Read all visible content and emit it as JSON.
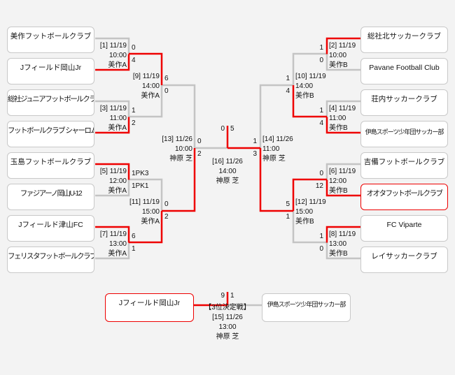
{
  "teams": {
    "left": [
      "美作フットボールクラブ",
      "Jフィールド岡山Jr",
      "総社ジュニアフットボールクラブ",
      "フットボールクラブ シャーロム",
      "玉島フットボールクラブ",
      "ファジアーノ岡山U-12",
      "Jフィールド津山FC",
      "フェリスタフットボールクラブ"
    ],
    "right": [
      "総社北サッカークラブ",
      "Pavane Football Club",
      "荘内サッカークラブ",
      "伊島スポーツ少年団サッカー部",
      "吉備フットボールクラブ",
      "オオタフットボールクラブ",
      "FC Viparte",
      "レイサッカークラブ"
    ]
  },
  "matches": {
    "left_r1": [
      {
        "label": "[1] 11/19",
        "time": "10:00",
        "venue": "美作A",
        "scores": [
          "0",
          "4"
        ],
        "winner": 1
      },
      {
        "label": "[3] 11/19",
        "time": "11:00",
        "venue": "美作A",
        "scores": [
          "1",
          "2"
        ],
        "winner": 1
      },
      {
        "label": "[5] 11/19",
        "time": "12:00",
        "venue": "美作A",
        "scores": [
          "1PK3",
          "1PK1"
        ],
        "winner": 0
      },
      {
        "label": "[7] 11/19",
        "time": "13:00",
        "venue": "美作A",
        "scores": [
          "6",
          "1"
        ],
        "winner": 0
      }
    ],
    "left_r2": [
      {
        "label": "[9] 11/19",
        "time": "14:00",
        "venue": "美作A",
        "scores": [
          "6",
          "0"
        ],
        "winner": 0
      },
      {
        "label": "[11] 11/19",
        "time": "15:00",
        "venue": "美作A",
        "scores": [
          "0",
          "2"
        ],
        "winner": 1
      }
    ],
    "left_sf": [
      {
        "label": "[13] 11/26",
        "time": "10:00",
        "venue": "神原 芝",
        "scores": [
          "0",
          "2"
        ],
        "winner": 1
      }
    ],
    "right_r1": [
      {
        "label": "[2] 11/19",
        "time": "10:00",
        "venue": "美作B",
        "scores": [
          "1",
          "0"
        ],
        "winner": 0
      },
      {
        "label": "[4] 11/19",
        "time": "11:00",
        "venue": "美作B",
        "scores": [
          "1",
          "4"
        ],
        "winner": 1
      },
      {
        "label": "[6] 11/19",
        "time": "12:00",
        "venue": "美作B",
        "scores": [
          "0",
          "12"
        ],
        "winner": 1
      },
      {
        "label": "[8] 11/19",
        "time": "13:00",
        "venue": "美作B",
        "scores": [
          "1",
          "0"
        ],
        "winner": 0
      }
    ],
    "right_r2": [
      {
        "label": "[10] 11/19",
        "time": "14:00",
        "venue": "美作B",
        "scores": [
          "1",
          "4"
        ],
        "winner": 1
      },
      {
        "label": "[12] 11/19",
        "time": "15:00",
        "venue": "美作B",
        "scores": [
          "5",
          "1"
        ],
        "winner": 0
      }
    ],
    "right_sf": [
      {
        "label": "[14] 11/26",
        "time": "11:00",
        "venue": "神原 芝",
        "scores": [
          "1",
          "3"
        ],
        "winner": 1
      }
    ],
    "final": {
      "label": "[16] 11/26",
      "time": "14:00",
      "venue": "神原 芝",
      "scores": [
        "0",
        "5"
      ],
      "winner": 1
    },
    "third": {
      "title": "【3位決定戦】",
      "label": "[15] 11/26",
      "time": "13:00",
      "venue": "神原 芝",
      "scores": [
        "9",
        "1"
      ],
      "winner": 0,
      "teams": [
        "Jフィールド岡山Jr",
        "伊島スポーツ少年団サッカー部"
      ]
    }
  },
  "highlighted_teams": [
    "オオタフットボールクラブ",
    "Jフィールド岡山Jr"
  ],
  "colors": {
    "win": "#ee0000",
    "line": "#c4c4c4"
  }
}
